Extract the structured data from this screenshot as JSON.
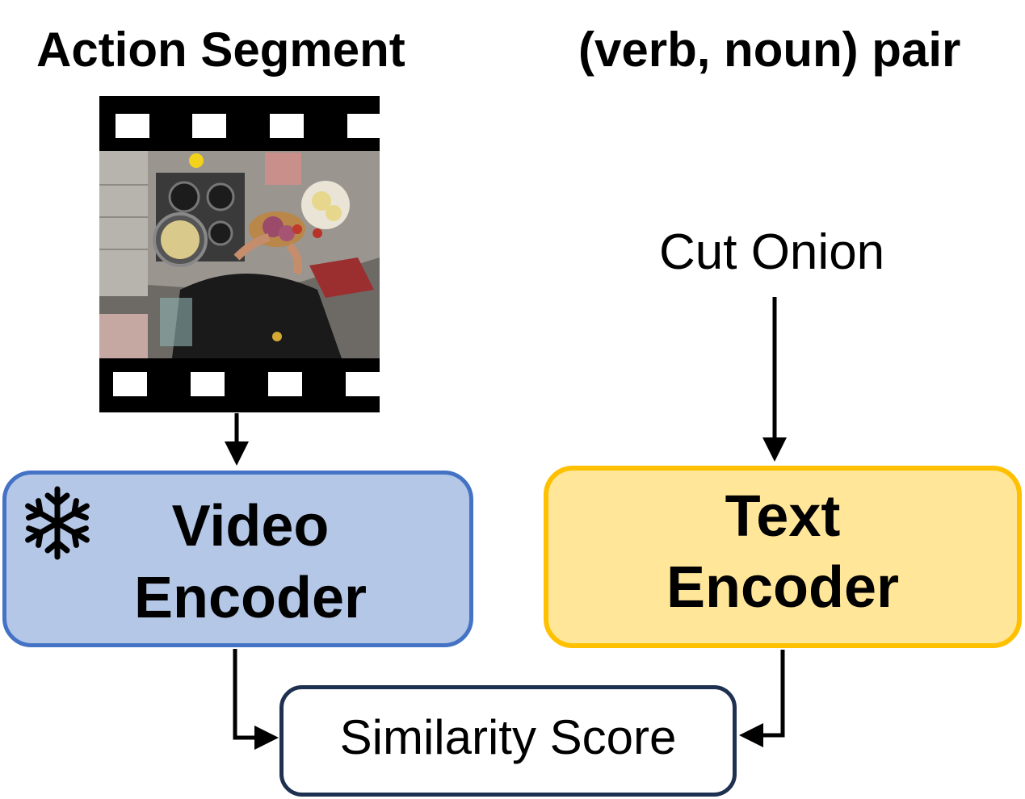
{
  "headings": {
    "left": "Action Segment",
    "right": "(verb, noun) pair"
  },
  "query_text": "Cut Onion",
  "video_encoder": {
    "line1": "Video",
    "line2": "Encoder",
    "icon": "snowflake-icon"
  },
  "text_encoder": {
    "line1": "Text",
    "line2": "Encoder"
  },
  "similarity": {
    "label": "Similarity Score"
  },
  "colors": {
    "video_fill": "#b4c7e7",
    "video_border": "#4472c4",
    "text_fill": "#ffe699",
    "text_border": "#ffc000",
    "score_border": "#1f3150"
  }
}
